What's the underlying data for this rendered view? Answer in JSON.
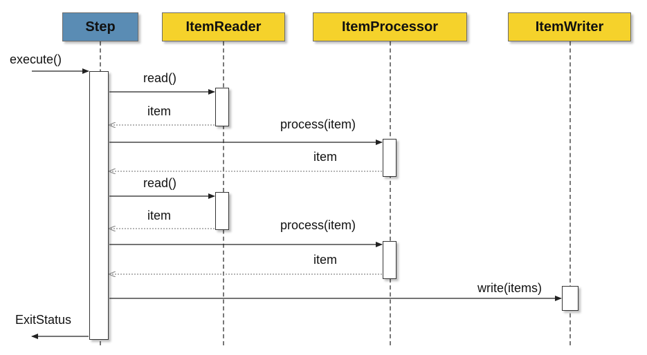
{
  "participants": {
    "step": {
      "label": "Step",
      "color": "#5a8cb4"
    },
    "reader": {
      "label": "ItemReader",
      "color": "#f5d22b"
    },
    "processor": {
      "label": "ItemProcessor",
      "color": "#f5d22b"
    },
    "writer": {
      "label": "ItemWriter",
      "color": "#f5d22b"
    }
  },
  "messages": {
    "execute": "execute()",
    "read1": "read()",
    "item1": "item",
    "process1": "process(item)",
    "item2": "item",
    "read2": "read()",
    "item3": "item",
    "process2": "process(item)",
    "item4": "item",
    "write": "write(items)",
    "exit_status": "ExitStatus"
  }
}
